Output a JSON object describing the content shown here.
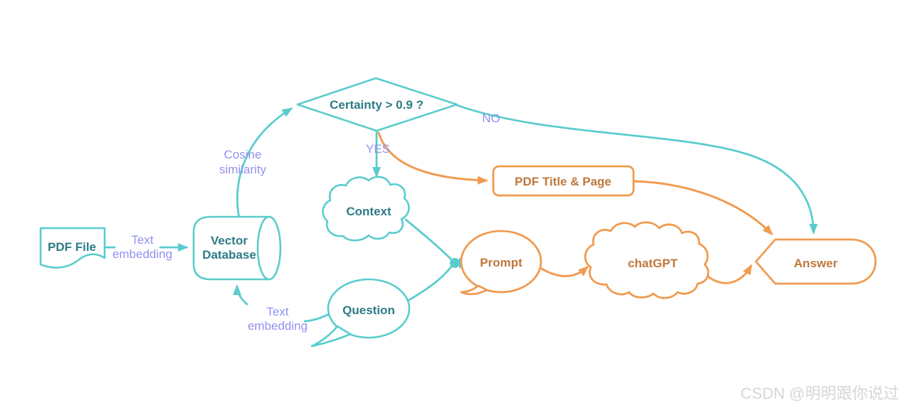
{
  "diagram": {
    "nodes": {
      "pdf_file": {
        "label": "PDF File"
      },
      "vector_database": {
        "line1": "Vector",
        "line2": "Database"
      },
      "decision": {
        "label": "Certainty > 0.9 ?"
      },
      "context": {
        "label": "Context"
      },
      "pdf_title_page": {
        "label": "PDF Title & Page"
      },
      "prompt": {
        "label": "Prompt"
      },
      "chatgpt": {
        "label": "chatGPT"
      },
      "answer": {
        "label": "Answer"
      },
      "question": {
        "label": "Question"
      }
    },
    "edge_labels": {
      "text_embedding_top": {
        "line1": "Text",
        "line2": "embedding"
      },
      "cosine_similarity": {
        "line1": "Cosine",
        "line2": "similarity"
      },
      "yes": "YES",
      "no": "NO",
      "text_embedding_bottom": {
        "line1": "Text",
        "line2": "embedding"
      }
    },
    "colors": {
      "teal_stroke": "#5accce",
      "teal_text": "#2d7b85",
      "orange_stroke": "#f09b50",
      "orange_text": "#be783c",
      "purple_label": "#9191f2",
      "watermark_gray": "#d6d6d6"
    }
  },
  "watermark": {
    "text": "CSDN @明明跟你说过"
  }
}
